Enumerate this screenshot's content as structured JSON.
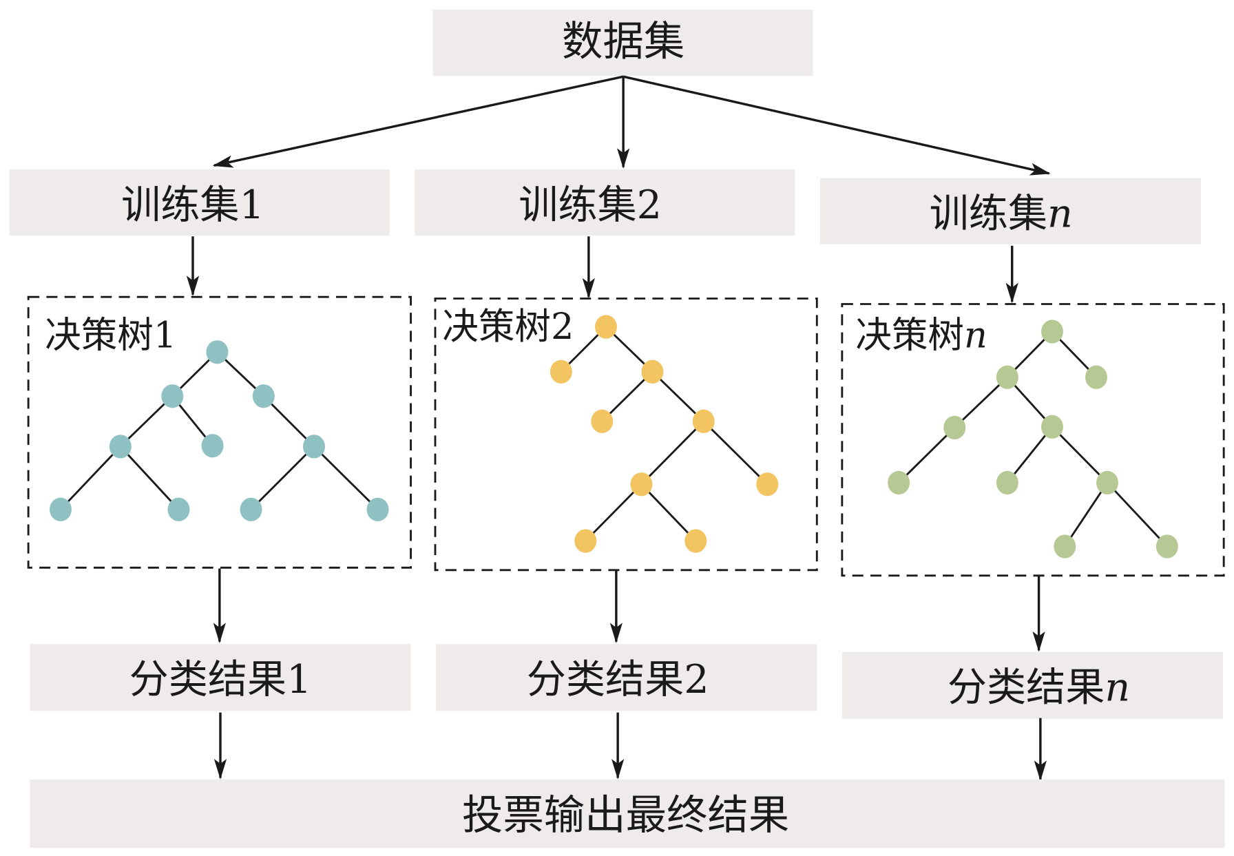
{
  "dataset": "数据集",
  "train": [
    {
      "label": "训练集",
      "idx": "1"
    },
    {
      "label": "训练集",
      "idx": "2"
    },
    {
      "label": "训练集",
      "idx": "n"
    }
  ],
  "trees": [
    {
      "label": "决策树",
      "idx": "1"
    },
    {
      "label": "决策树",
      "idx": "2"
    },
    {
      "label": "决策树",
      "idx": "n"
    }
  ],
  "results": [
    {
      "label": "分类结果",
      "idx": "1"
    },
    {
      "label": "分类结果",
      "idx": "2"
    },
    {
      "label": "分类结果",
      "idx": "n"
    }
  ],
  "final": "投票输出最终结果",
  "colors": {
    "tree1": "#8fc1c3",
    "tree2": "#f2c462",
    "tree3": "#b6c995",
    "box": "#efebea"
  }
}
